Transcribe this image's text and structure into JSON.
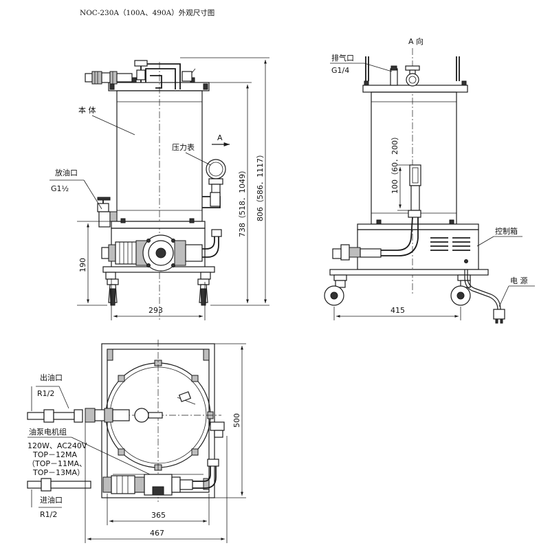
{
  "title": "NOC-230A（100A、490A）外观尺寸图",
  "front_view": {
    "label_body": "本 体",
    "label_gauge": "压力表",
    "label_view_dir": "A",
    "label_drain": "放油口",
    "label_drain_thread": "G1½",
    "dim_width": "293",
    "dim_base_height": "190",
    "dim_height_1": "738（518．1049）",
    "dim_height_2": "806（586．1117）"
  },
  "side_view": {
    "label_view": "A 向",
    "label_vent": "排气口",
    "label_vent_thread": "G1/4",
    "label_control_box": "控制箱",
    "label_power": "电 源",
    "dim_gauge_height": "100（60．200）",
    "dim_width": "415"
  },
  "top_view": {
    "label_outlet": "出油口",
    "label_outlet_thread": "R1/2",
    "label_pump_group": "油泵电机组",
    "pump_spec_lines": [
      "120W、AC240V",
      "TOP－12MA",
      "（TOP－11MA、",
      "TOP－13MA）"
    ],
    "label_inlet": "进油口",
    "label_inlet_thread": "R1/2",
    "dim_inner_width": "365",
    "dim_outer_width": "467",
    "dim_depth": "500"
  }
}
